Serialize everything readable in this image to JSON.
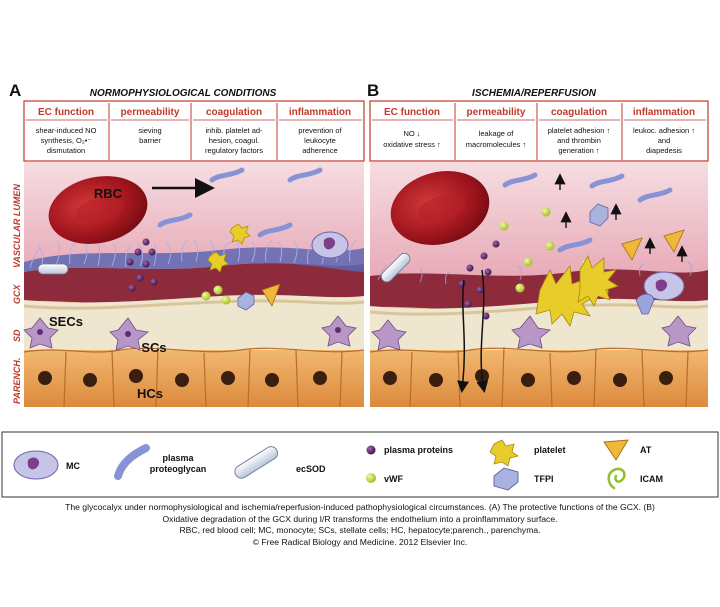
{
  "panel_a": {
    "letter": "A",
    "title": "NORMOPHYSIOLOGICAL CONDITIONS",
    "boxes": [
      {
        "head": "EC function",
        "lines": [
          "shear-induced NO",
          "synthesis, O₂•⁻",
          "dismutation"
        ]
      },
      {
        "head": "permeability",
        "lines": [
          "sieving",
          "barrier"
        ]
      },
      {
        "head": "coagulation",
        "lines": [
          "inhib. platelet ad-",
          "hesion, coagul.",
          "regulatory factors"
        ]
      },
      {
        "head": "inflammation",
        "lines": [
          "prevention of",
          "leukocyte",
          "adherence"
        ]
      }
    ],
    "labels": {
      "rbc": "RBC",
      "secs": "SECs",
      "scs": "SCs",
      "hcs": "HCs"
    }
  },
  "panel_b": {
    "letter": "B",
    "title": "ISCHEMIA/REPERFUSION",
    "boxes": [
      {
        "head": "EC function",
        "lines": [
          "NO ↓",
          "oxidative stress ↑"
        ]
      },
      {
        "head": "permeability",
        "lines": [
          "leakage of",
          "macromolecules ↑"
        ]
      },
      {
        "head": "coagulation",
        "lines": [
          "platelet adhesion ↑",
          "and thrombin",
          "generation ↑"
        ]
      },
      {
        "head": "inflammation",
        "lines": [
          "leukoc. adhesion ↑",
          "and",
          "diapedesis"
        ]
      }
    ]
  },
  "side_labels": {
    "vascular_lumen": "VASCULAR LUMEN",
    "gcx": "GCX",
    "sd": "SD",
    "parench": "PARENCH."
  },
  "legend": {
    "mc": "MC",
    "plasma_proteoglycan": [
      "plasma",
      "proteoglycan"
    ],
    "ecsod": "ecSOD",
    "plasma_proteins": "plasma proteins",
    "vwf": "vWF",
    "platelet": "platelet",
    "tfpi": "TFPI",
    "at": "AT",
    "icam": "ICAM"
  },
  "caption": [
    "The glycocalyx under normophysiological and ischemia/reperfusion-induced pathophysiological circumstances. (A) The protective functions of the GCX. (B)",
    "Oxidative degradation of the GCX during I/R transforms the endothelium into a proinflammatory surface.",
    "RBC, red blood cell; MC, monocyte; SCs, stellate cells; HC, hepatocyte;parench., parenchyma.",
    "© Free Radical Biology and Medicine. 2012 Elsevier Inc."
  ],
  "colors": {
    "header_red": "#c0392b",
    "lumen_pink": "#f2c7cf",
    "endothelium_maroon": "#8d2a3c",
    "gcx_blue": "#7b87c9",
    "space_cream": "#efe6cf",
    "hepatocyte_orange": "#e9a256",
    "stellate_purple": "#b896c6",
    "vwf_green": "#c6dc3a",
    "platelet_yellow": "#e8cc2a",
    "protein_purple": "#4a1f58"
  }
}
